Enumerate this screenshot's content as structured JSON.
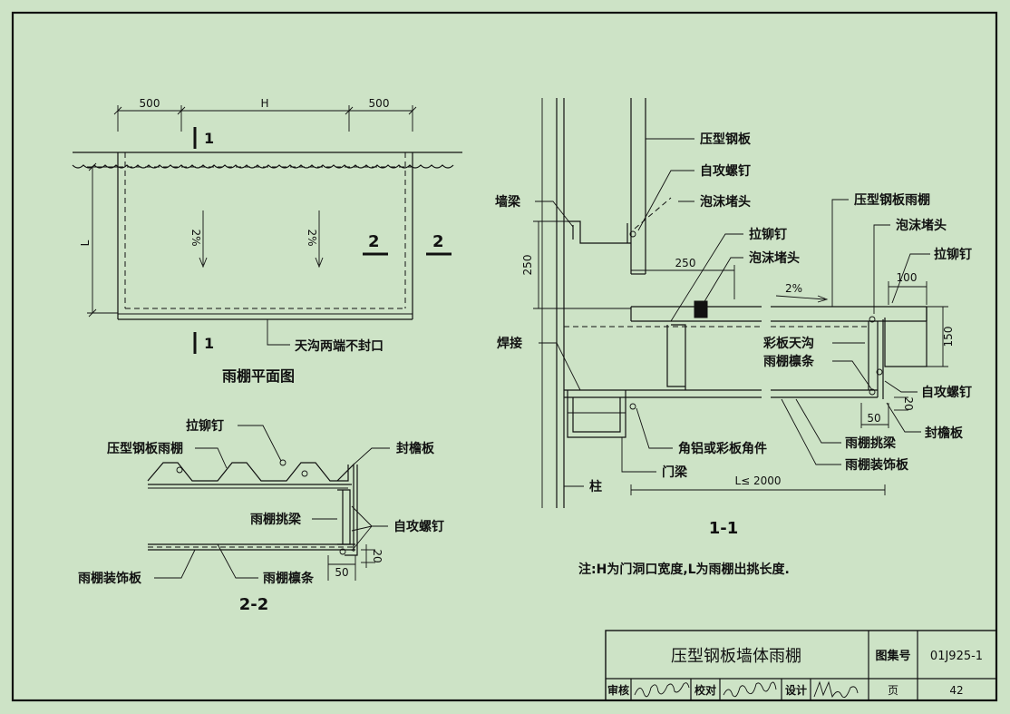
{
  "plan": {
    "dim_left": "500",
    "dim_mid": "H",
    "dim_right": "500",
    "dim_side": "L",
    "slope1": "2%",
    "slope2": "2%",
    "section_1": "1",
    "section_2": "2",
    "note_gutter": "天沟两端不封口",
    "title": "雨棚平面图"
  },
  "sec22": {
    "rivet": "拉铆钉",
    "roof": "压型钢板雨棚",
    "fascia": "封檐板",
    "beam": "雨棚挑梁",
    "screw": "自攻螺钉",
    "deco": "雨棚装饰板",
    "purlin": "雨棚檩条",
    "dim_50": "50",
    "dim_20": "20",
    "title": "2-2"
  },
  "sec11": {
    "wall_panel": "压型钢板",
    "screw": "自攻螺钉",
    "foam1": "泡沫堵头",
    "wall_beam": "墙梁",
    "rivet": "拉铆钉",
    "foam2": "泡沫堵头",
    "canopy": "压型钢板雨棚",
    "foam3": "泡沫堵头",
    "rivet2": "拉铆钉",
    "weld": "焊接",
    "gutter": "彩板天沟",
    "purlin": "雨棚檩条",
    "screw2": "自攻螺钉",
    "fascia": "封檐板",
    "beam": "雨棚挑梁",
    "deco": "雨棚装饰板",
    "angle": "角铝或彩板角件",
    "door_beam": "门梁",
    "column": "柱",
    "dim_250a": "250",
    "dim_250b": "250",
    "dim_100": "100",
    "dim_150": "150",
    "dim_50": "50",
    "dim_20": "20",
    "slope": "2%",
    "dim_L": "L≤ 2000",
    "title": "1-1"
  },
  "note": "注:H为门洞口宽度,L为雨棚出挑长度.",
  "title_block": {
    "drawing_title": "压型钢板墙体雨棚",
    "atlas_label": "图集号",
    "atlas_no": "01J925-1",
    "review": "审核",
    "check": "校对",
    "design": "设计",
    "page_label": "页",
    "page_no": "42"
  }
}
